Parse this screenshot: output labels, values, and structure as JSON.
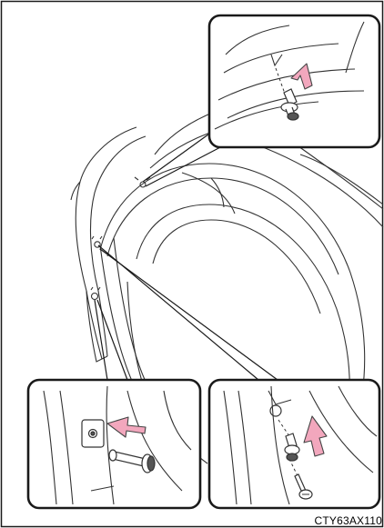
{
  "figure": {
    "code": "CTY63AX110",
    "colors": {
      "frame": "#1a1a1a",
      "line": "#333333",
      "arrow_fill": "#f2a7bd",
      "arrow_stroke": "#444444",
      "background": "#ffffff"
    },
    "callouts": [
      {
        "name": "top-detail-inset",
        "icon": "up-arrow-clip-icon"
      },
      {
        "name": "lower-left-detail-inset",
        "icon": "right-arrow-clip-icon"
      },
      {
        "name": "lower-right-detail-inset",
        "icon": "up-arrow-screw-icon"
      }
    ]
  }
}
